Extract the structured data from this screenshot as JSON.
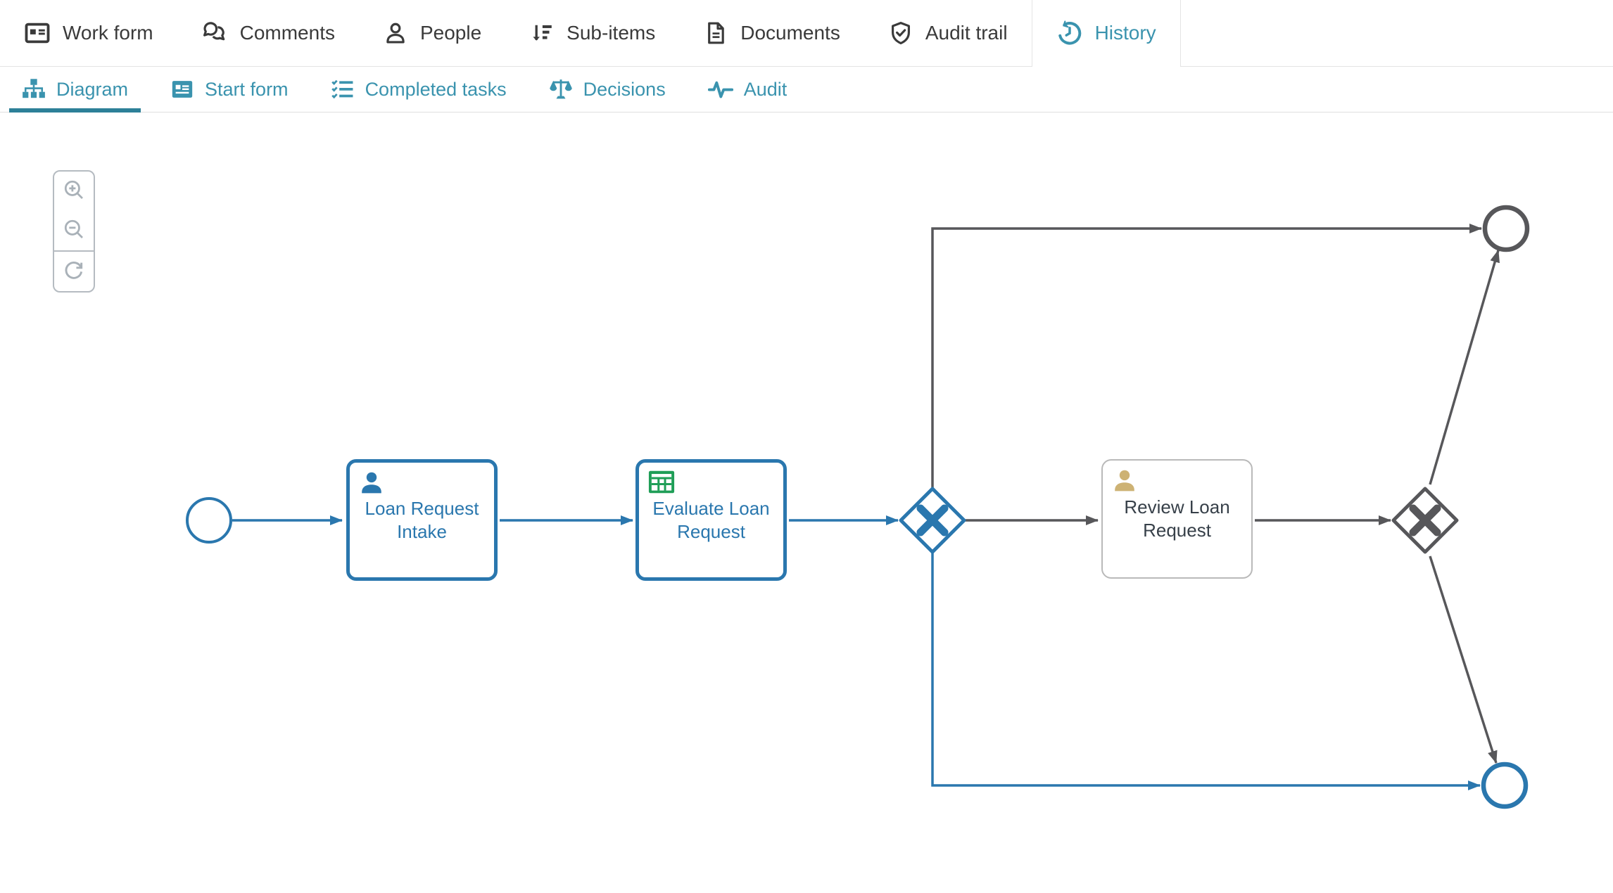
{
  "primary_tabs": {
    "items": [
      {
        "label": "Work form",
        "icon": "form-icon"
      },
      {
        "label": "Comments",
        "icon": "comments-icon"
      },
      {
        "label": "People",
        "icon": "person-icon"
      },
      {
        "label": "Sub-items",
        "icon": "sort-descending-icon"
      },
      {
        "label": "Documents",
        "icon": "document-icon"
      },
      {
        "label": "Audit trail",
        "icon": "shield-check-icon"
      },
      {
        "label": "History",
        "icon": "history-icon",
        "active": true
      }
    ]
  },
  "secondary_tabs": {
    "items": [
      {
        "label": "Diagram",
        "icon": "sitemap-icon",
        "active": true
      },
      {
        "label": "Start form",
        "icon": "form-icon"
      },
      {
        "label": "Completed tasks",
        "icon": "checklist-icon"
      },
      {
        "label": "Decisions",
        "icon": "scale-icon"
      },
      {
        "label": "Audit",
        "icon": "pulse-icon"
      }
    ]
  },
  "diagram": {
    "toolbar": {
      "buttons": [
        {
          "icon": "zoom-in-icon"
        },
        {
          "icon": "zoom-out-icon"
        },
        {
          "icon": "refresh-icon"
        }
      ]
    },
    "tasks": [
      {
        "line1": "Loan Request",
        "line2": "Intake",
        "type": "user-task",
        "state": "completed"
      },
      {
        "line1": "Evaluate Loan",
        "line2": "Request",
        "type": "business-rule-task",
        "state": "completed"
      },
      {
        "line1": "Review Loan",
        "line2": "Request",
        "type": "user-task",
        "state": "pending"
      }
    ],
    "events": [
      {
        "id": "start-event",
        "state": "completed"
      },
      {
        "id": "end-event-top",
        "state": "pending"
      },
      {
        "id": "end-event-bottom",
        "state": "completed"
      }
    ],
    "gateways": [
      {
        "id": "exclusive-gateway-1",
        "state": "completed"
      },
      {
        "id": "exclusive-gateway-2",
        "state": "pending"
      }
    ],
    "colors": {
      "completed_path": "#2a77ae",
      "pending_path": "#57575a",
      "pending_task_border": "#b9b9b9",
      "pending_user_icon": "#cdb274",
      "business_rule_green": "#1f9e57",
      "accent_teal": "#3a93ae"
    }
  }
}
